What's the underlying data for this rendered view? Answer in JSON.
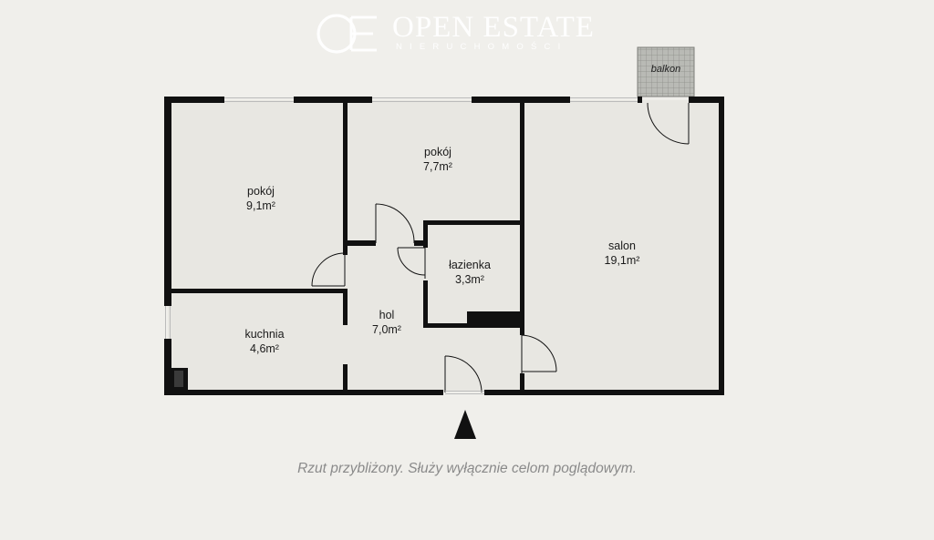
{
  "brand": {
    "name": "OPEN ESTATE",
    "subtitle": "NIERUCHOMOŚCI"
  },
  "rooms": {
    "pokoj_left": {
      "name": "pokój",
      "area": "9,1m²"
    },
    "pokoj_mid": {
      "name": "pokój",
      "area": "7,7m²"
    },
    "salon": {
      "name": "salon",
      "area": "19,1m²"
    },
    "lazienka": {
      "name": "łazienka",
      "area": "3,3m²"
    },
    "hol": {
      "name": "hol",
      "area": "7,0m²"
    },
    "kuchnia": {
      "name": "kuchnia",
      "area": "4,6m²"
    }
  },
  "balcony": {
    "label": "balkon"
  },
  "disclaimer": "Rzut przybliżony. Służy wyłącznie celom poglądowym.",
  "colors": {
    "background": "#f0efeb",
    "floor": "#e8e7e2",
    "wall": "#111111",
    "balcony": "#b9bab5",
    "disclaimer": "#8a8a8a",
    "logo": "#ffffff"
  }
}
